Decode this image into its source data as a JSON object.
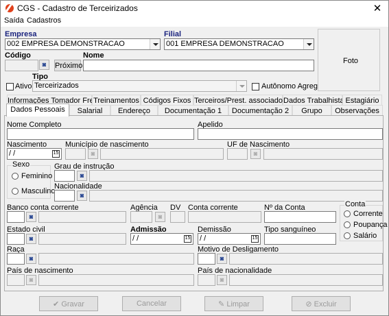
{
  "window": {
    "title": "CGS - Cadastro de Terceirizados",
    "close": "✕"
  },
  "menu": {
    "saida": "Saída",
    "cadastros": "Cadastros"
  },
  "header": {
    "empresa_label": "Empresa",
    "empresa_value": "002 EMPRESA DEMONSTRACAO",
    "filial_label": "Filial",
    "filial_value": "001 EMPRESA DEMONSTRACAO",
    "codigo_label": "Código",
    "proximo_label": "Próximo",
    "nome_label": "Nome",
    "tipo_label": "Tipo",
    "tipo_value": "Terceirizados",
    "ativo_label": "Ativo",
    "autonomo_label": "Autônomo Agregado",
    "foto_label": "Foto"
  },
  "tabs_row1": [
    "Informações Tomador Frete",
    "Treinamentos",
    "Códigos Fixos",
    "Terceiros/Prest. associados",
    "Dados Trabalhistas",
    "Estagiário"
  ],
  "tabs_row2": [
    "Dados Pessoais",
    "Salarial",
    "Endereço",
    "Documentação 1",
    "Documentação 2",
    "Grupo",
    "Observações"
  ],
  "form": {
    "nome_completo": "Nome Completo",
    "apelido": "Apelido",
    "nascimento": "Nascimento",
    "nascimento_value": " / /",
    "municipio": "Município de nascimento",
    "uf_nascimento": "UF de Nascimento",
    "sexo": "Sexo",
    "feminino": "Feminino",
    "masculino": "Masculino",
    "grau_instrucao": "Grau de instrução",
    "nacionalidade": "Nacionalidade",
    "banco": "Banco conta corrente",
    "agencia": "Agência",
    "dv": "DV",
    "conta_corrente": "Conta corrente",
    "nro_conta": "Nº da Conta",
    "conta_group": "Conta",
    "corrente": "Corrente",
    "poupanca": "Poupança",
    "salario": "Salário",
    "estado_civil": "Estado civil",
    "admissao": "Admissão",
    "admissao_value": " / /",
    "demissao": "Demissão",
    "demissao_value": " / /",
    "tipo_sanguineo": "Tipo sanguíneo",
    "raca": "Raça",
    "motivo_desligamento": "Motivo de Desligamento",
    "pais_nascimento": "País de nascimento",
    "pais_nacionalidade": "País de nacionalidade"
  },
  "buttons": {
    "gravar": "Gravar",
    "cancelar": "Cancelar",
    "limpar": "Limpar",
    "excluir": "Excluir"
  }
}
